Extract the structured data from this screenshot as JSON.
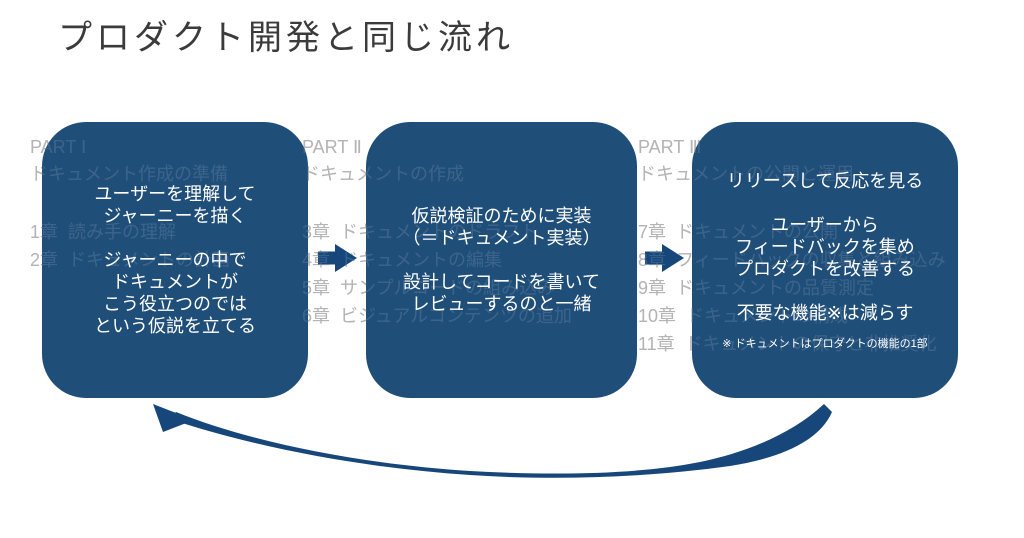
{
  "title": "プロダクト開発と同じ流れ",
  "colors": {
    "canvas": "#ffffff",
    "box": "#1f4e79",
    "arrow": "#17477a",
    "bg_text": "#a9a9a9",
    "title_text": "#3b3b3b",
    "box_text": "#ffffff"
  },
  "background": {
    "description": "faded table-of-contents text showing through the slide",
    "columns": [
      {
        "part": "PART Ⅰ",
        "subtitle": "ドキュメント作成の準備",
        "chapters": [
          {
            "num": "1章",
            "title": "読み手の理解"
          },
          {
            "num": "2章",
            "title": "ドキュメントの計画"
          }
        ]
      },
      {
        "part": "PART Ⅱ",
        "subtitle": "ドキュメントの作成",
        "chapters": [
          {
            "num": "3章",
            "title": "ドキュメントのドラフト"
          },
          {
            "num": "4章",
            "title": "ドキュメントの編集"
          },
          {
            "num": "5章",
            "title": "サンプルコードの組み込み"
          },
          {
            "num": "6章",
            "title": "ビジュアルコンテンツの追加"
          }
        ]
      },
      {
        "part": "PART Ⅲ",
        "subtitle": "ドキュメントの公開と運用",
        "chapters": [
          {
            "num": "7章",
            "title": "ドキュメントの公開"
          },
          {
            "num": "8章",
            "title": "フィードバックの収集と組み込み"
          },
          {
            "num": "9章",
            "title": "ドキュメントの品質測定"
          },
          {
            "num": "10章",
            "title": "ドキュメントの構成"
          },
          {
            "num": "11章",
            "title": "ドキュメントの保守と非推奨化"
          }
        ]
      }
    ]
  },
  "boxes": [
    {
      "id": "understand-users",
      "lines": [
        "ユーザーを理解して",
        "ジャーニーを描く",
        "",
        "ジャーニーの中で",
        "ドキュメントが",
        "こう役立つのでは",
        "という仮説を立てる"
      ],
      "note": ""
    },
    {
      "id": "implement-hypothesis",
      "lines": [
        "仮説検証のために実装",
        "（＝ドキュメント実装）",
        "",
        "設計してコードを書いて",
        "レビューするのと一緒"
      ],
      "note": ""
    },
    {
      "id": "release-and-improve",
      "lines": [
        "リリースして反応を見る",
        "",
        "ユーザーから",
        "フィードバックを集め",
        "プロダクトを改善する",
        "",
        "不要な機能※は減らす"
      ],
      "note": "※ ドキュメントはプロダクトの機能の1部"
    }
  ],
  "icons": {
    "flow_arrow": "right-block-arrow",
    "loop_arrow": "curved-loop-back-arrow"
  }
}
